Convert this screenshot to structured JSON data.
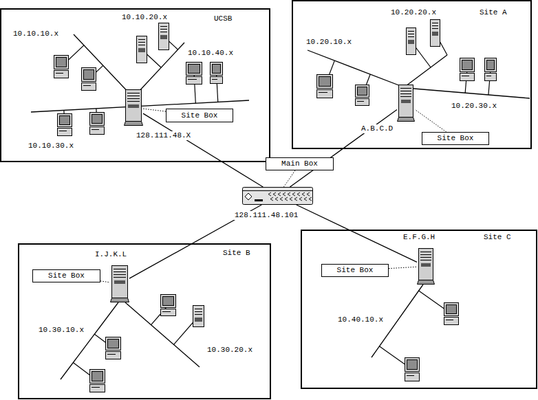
{
  "diagram": {
    "nodes": [
      {
        "text": [
          "UCSB"
        ]
      },
      {
        "text": [
          "128.111.48.X"
        ],
        "in": 0
      },
      {
        "text": [
          "Site Box"
        ],
        "in": 0
      },
      {
        "text": [
          "Site A"
        ]
      },
      {
        "text": [
          "A.B.C.D"
        ],
        "in": 3
      },
      {
        "text": [
          "Site Box"
        ],
        "in": 3
      },
      {
        "text": [
          "Main Box"
        ]
      },
      {
        "text": [
          "128.111.48.101"
        ]
      },
      {
        "text": [
          "Site B"
        ]
      },
      {
        "text": [
          "I.J.K.L"
        ],
        "in": 8
      },
      {
        "text": [
          "Site Box"
        ],
        "in": 8
      },
      {
        "text": [
          "Site C"
        ]
      },
      {
        "text": [
          "E.F.G.H"
        ],
        "in": 11
      },
      {
        "text": [
          "Site Box"
        ],
        "in": 11
      }
    ],
    "edges": [
      {
        "from": 1,
        "to": 7,
        "arrow": "none"
      },
      {
        "from": 4,
        "to": 7,
        "arrow": "none"
      },
      {
        "from": 9,
        "to": 7,
        "arrow": "none"
      },
      {
        "from": 12,
        "to": 7,
        "arrow": "none"
      },
      {
        "from": 2,
        "to": 1,
        "arrow": "none"
      },
      {
        "from": 5,
        "to": 4,
        "arrow": "none"
      },
      {
        "from": 6,
        "to": 7,
        "arrow": "none"
      },
      {
        "from": 10,
        "to": 9,
        "arrow": "none"
      },
      {
        "from": 13,
        "to": 12,
        "arrow": "none"
      }
    ],
    "labels": [
      "10.10.10.x",
      "10.10.20.x",
      "10.10.40.x",
      "10.10.30.x",
      "10.20.20.x",
      "10.20.10.x",
      "10.20.30.x",
      "10.30.10.x",
      "10.30.20.x",
      "10.40.10.x"
    ]
  }
}
